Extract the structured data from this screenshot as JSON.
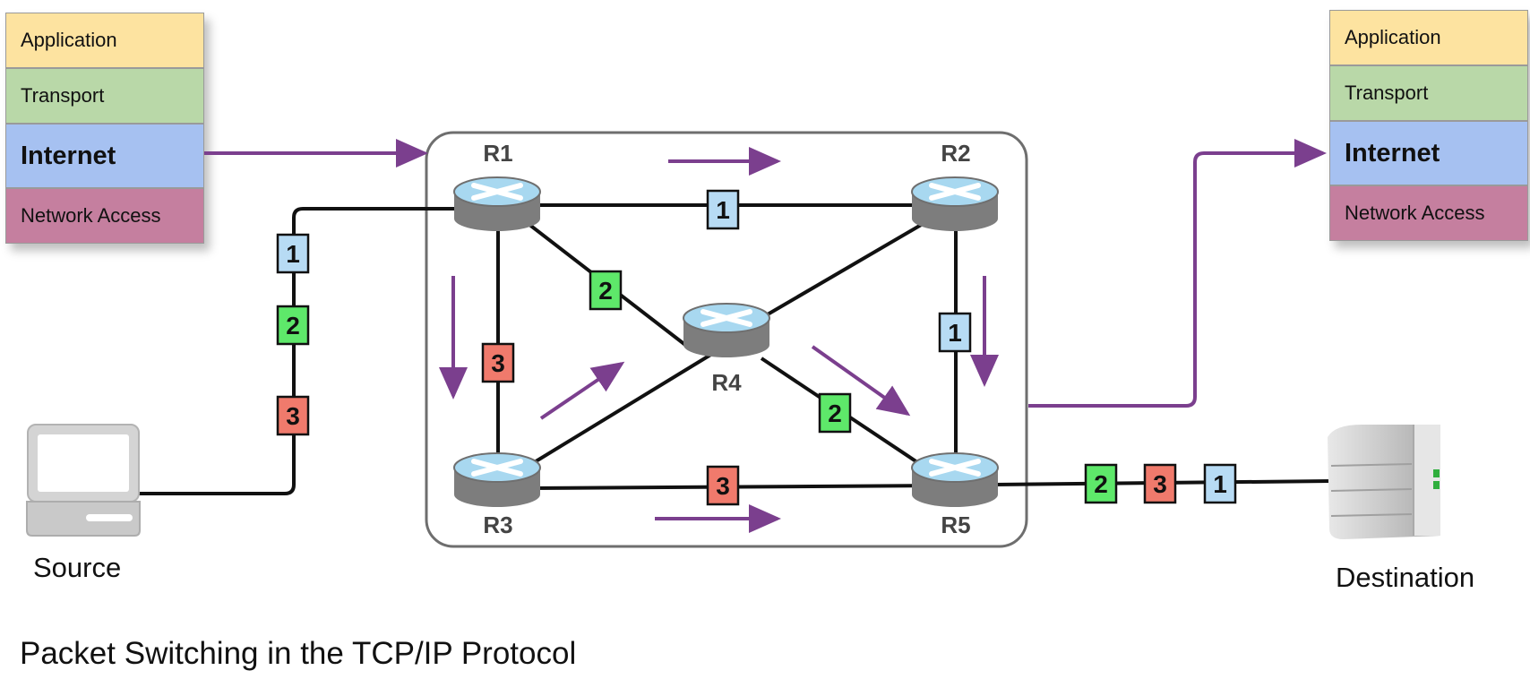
{
  "title": "Packet Switching in the TCP/IP Protocol",
  "source_stack": {
    "layers": [
      "Application",
      "Transport",
      "Internet",
      "Network Access"
    ]
  },
  "destination_stack": {
    "layers": [
      "Application",
      "Transport",
      "Internet",
      "Network Access"
    ]
  },
  "source_label": "Source",
  "destination_label": "Destination",
  "routers": {
    "r1": "R1",
    "r2": "R2",
    "r3": "R3",
    "r4": "R4",
    "r5": "R5"
  },
  "packets": {
    "p1": "1",
    "p2": "2",
    "p3": "3"
  },
  "colors": {
    "packet_1": "#b7dbf4",
    "packet_2": "#5ee86a",
    "packet_3": "#f07a6c",
    "arrow": "#7b3f8e",
    "router_top": "#a8d8f0",
    "router_body": "#7d7d7d",
    "application": "#fde3a0",
    "transport": "#b9d8a8",
    "internet": "#a6c1f1",
    "network_access": "#c57f9f"
  }
}
